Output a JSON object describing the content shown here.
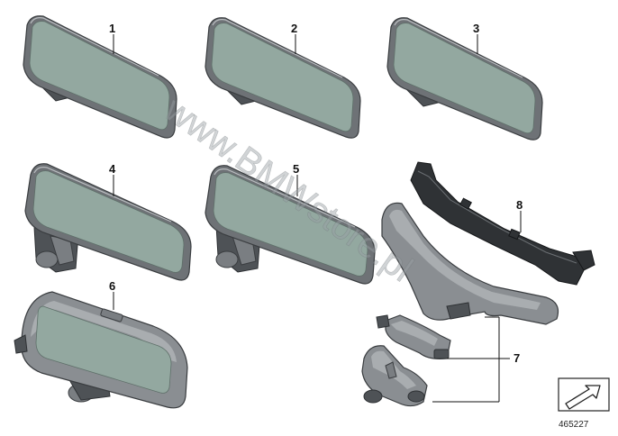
{
  "callouts": {
    "c1": "1",
    "c2": "2",
    "c3": "3",
    "c4": "4",
    "c5": "5",
    "c6": "6",
    "c7": "7",
    "c8": "8"
  },
  "watermark": "www.BMWstore.pl",
  "reference_number": "465227",
  "colors": {
    "frame": "#6e7276",
    "glass": "#93a8a0",
    "cover": "#8a8e92",
    "strip": "#2f3235"
  }
}
